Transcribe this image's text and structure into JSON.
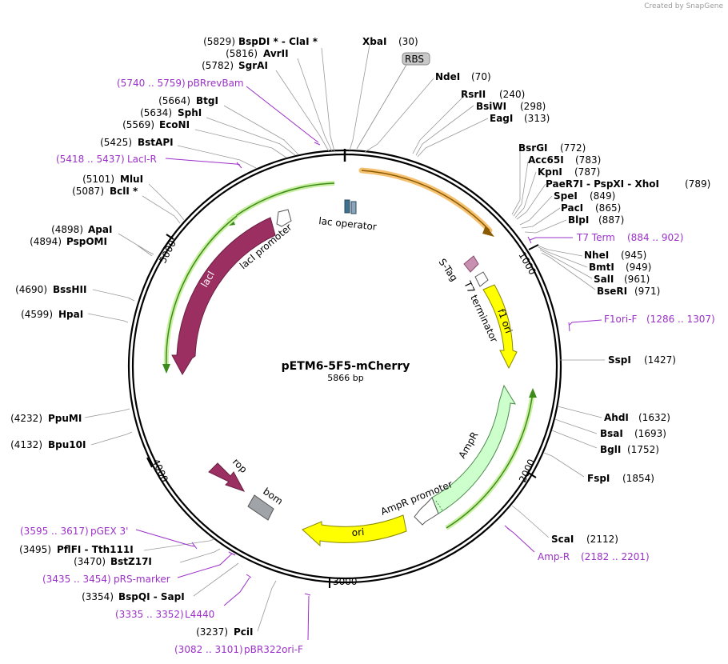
{
  "credit": "Created by SnapGene",
  "plasmid": {
    "name": "pETM6-5F5-mCherry",
    "length_label": "5866 bp",
    "length": 5866
  },
  "tick_labels": [
    "1000",
    "2000",
    "3000",
    "4000",
    "5000"
  ],
  "enzymes_left": [
    {
      "label": "BspDI * - ClaI *",
      "pos": "(5829)",
      "n": 5829
    },
    {
      "label": "AvrII",
      "pos": "(5816)",
      "n": 5816
    },
    {
      "label": "SgrAI",
      "pos": "(5782)",
      "n": 5782
    },
    {
      "label": "BtgI",
      "pos": "(5664)",
      "n": 5664
    },
    {
      "label": "SphI",
      "pos": "(5634)",
      "n": 5634
    },
    {
      "label": "EcoNI",
      "pos": "(5569)",
      "n": 5569
    },
    {
      "label": "BstAPI",
      "pos": "(5425)",
      "n": 5425
    },
    {
      "label": "MluI",
      "pos": "(5101)",
      "n": 5101
    },
    {
      "label": "BclI *",
      "pos": "(5087)",
      "n": 5087
    },
    {
      "label": "ApaI",
      "pos": "(4898)",
      "n": 4898
    },
    {
      "label": "PspOMI",
      "pos": "(4894)",
      "n": 4894
    },
    {
      "label": "BssHII",
      "pos": "(4690)",
      "n": 4690
    },
    {
      "label": "HpaI",
      "pos": "(4599)",
      "n": 4599
    },
    {
      "label": "PpuMI",
      "pos": "(4232)",
      "n": 4232
    },
    {
      "label": "Bpu10I",
      "pos": "(4132)",
      "n": 4132
    },
    {
      "label": "PflFI - Tth111I",
      "pos": "(3495)",
      "n": 3495
    },
    {
      "label": "BstZ17I",
      "pos": "(3470)",
      "n": 3470
    },
    {
      "label": "BspQI - SapI",
      "pos": "(3354)",
      "n": 3354
    },
    {
      "label": "PciI",
      "pos": "(3237)",
      "n": 3237
    }
  ],
  "enzymes_right": [
    {
      "label": "XbaI",
      "pos": "(30)",
      "n": 30
    },
    {
      "label": "NdeI",
      "pos": "(70)",
      "n": 70
    },
    {
      "label": "RsrII",
      "pos": "(240)",
      "n": 240
    },
    {
      "label": "BsiWI",
      "pos": "(298)",
      "n": 298
    },
    {
      "label": "EagI",
      "pos": "(313)",
      "n": 313
    },
    {
      "label": "BsrGI",
      "pos": "(772)",
      "n": 772
    },
    {
      "label": "Acc65I",
      "pos": "(783)",
      "n": 783
    },
    {
      "label": "KpnI",
      "pos": "(787)",
      "n": 787
    },
    {
      "label": "PaeR7I - PspXI - XhoI",
      "pos": "(789)",
      "n": 789
    },
    {
      "label": "SpeI",
      "pos": "(849)",
      "n": 849
    },
    {
      "label": "PacI",
      "pos": "(865)",
      "n": 865
    },
    {
      "label": "BlpI",
      "pos": "(887)",
      "n": 887
    },
    {
      "label": "NheI",
      "pos": "(945)",
      "n": 945
    },
    {
      "label": "BmtI",
      "pos": "(949)",
      "n": 949
    },
    {
      "label": "SalI",
      "pos": "(961)",
      "n": 961
    },
    {
      "label": "BseRI",
      "pos": "(971)",
      "n": 971
    },
    {
      "label": "SspI",
      "pos": "(1427)",
      "n": 1427
    },
    {
      "label": "AhdI",
      "pos": "(1632)",
      "n": 1632
    },
    {
      "label": "BsaI",
      "pos": "(1693)",
      "n": 1693
    },
    {
      "label": "BglI",
      "pos": "(1752)",
      "n": 1752
    },
    {
      "label": "FspI",
      "pos": "(1854)",
      "n": 1854
    },
    {
      "label": "ScaI",
      "pos": "(2112)",
      "n": 2112
    }
  ],
  "primers": [
    {
      "label": "pBRrevBam",
      "range": "(5740 .. 5759)",
      "n": 5750
    },
    {
      "label": "LacI-R",
      "range": "(5418 .. 5437)",
      "n": 5428
    },
    {
      "label": "T7 Term",
      "range": "(884 .. 902)",
      "n": 893
    },
    {
      "label": "F1ori-F",
      "range": "(1286 .. 1307)",
      "n": 1296
    },
    {
      "label": "Amp-R",
      "range": "(2182 .. 2201)",
      "n": 2191
    },
    {
      "label": "pGEX 3'",
      "range": "(3595 .. 3617)",
      "n": 3606
    },
    {
      "label": "pRS-marker",
      "range": "(3435 .. 3454)",
      "n": 3444
    },
    {
      "label": "L4440",
      "range": "(3335 .. 3352)",
      "n": 3343
    },
    {
      "label": "pBR322ori-F",
      "range": "(3082 .. 3101)",
      "n": 3091
    }
  ],
  "features": [
    {
      "label": "RBS",
      "color": "#c8c8c8"
    },
    {
      "label": "lac operator",
      "color": "#3f7290"
    },
    {
      "label": "lacI promoter",
      "color": "#ffffff"
    },
    {
      "label": "lacI",
      "color": "#9c2f62"
    },
    {
      "label": "S-Tag",
      "color": "#c890b0"
    },
    {
      "label": "T7 terminator",
      "color": "#ffffff"
    },
    {
      "label": "f1 ori",
      "color": "#ffff00"
    },
    {
      "label": "AmpR",
      "color": "#ccffcc"
    },
    {
      "label": "AmpR promoter",
      "color": "#ffffff"
    },
    {
      "label": "ori",
      "color": "#ffff00"
    },
    {
      "label": "rop",
      "color": "#9c2f62"
    },
    {
      "label": "bom",
      "color": "#a0a4a8"
    }
  ],
  "colors": {
    "primer": "#9b30c8",
    "backbone": "#000000",
    "orf_orange": "#f0a030",
    "green_arrow": "#3d8a1c"
  }
}
